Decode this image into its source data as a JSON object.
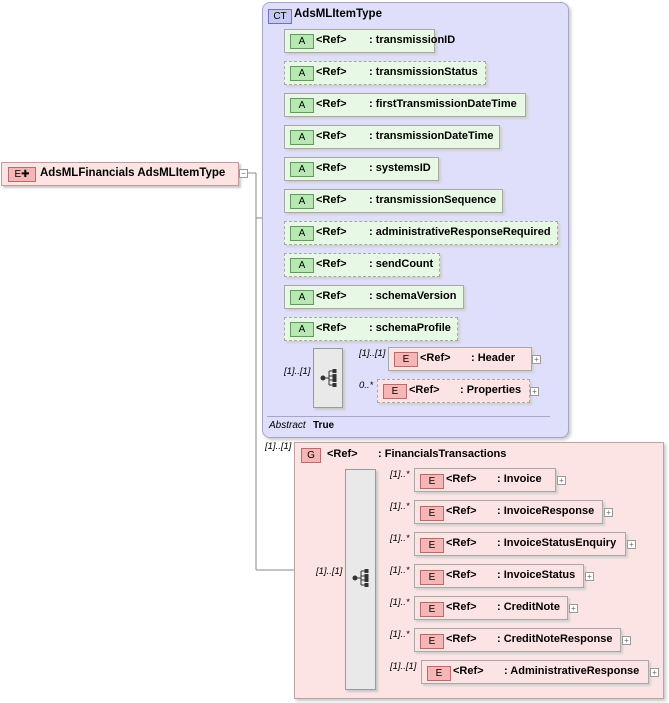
{
  "root": {
    "name": "AdsMLFinancials",
    "type": "AdsMLItemType",
    "badge": "E"
  },
  "complex_type": {
    "badge": "CT",
    "name": "AdsMLItemType",
    "attributes": [
      {
        "badge": "A",
        "ref": "<Ref>",
        "name": ": transmissionID",
        "optional": false
      },
      {
        "badge": "A",
        "ref": "<Ref>",
        "name": ": transmissionStatus",
        "optional": true
      },
      {
        "badge": "A",
        "ref": "<Ref>",
        "name": ": firstTransmissionDateTime",
        "optional": false
      },
      {
        "badge": "A",
        "ref": "<Ref>",
        "name": ": transmissionDateTime",
        "optional": false
      },
      {
        "badge": "A",
        "ref": "<Ref>",
        "name": ": systemsID",
        "optional": false
      },
      {
        "badge": "A",
        "ref": "<Ref>",
        "name": ": transmissionSequence",
        "optional": false
      },
      {
        "badge": "A",
        "ref": "<Ref>",
        "name": ": administrativeResponseRequired",
        "optional": true
      },
      {
        "badge": "A",
        "ref": "<Ref>",
        "name": ": sendCount",
        "optional": true
      },
      {
        "badge": "A",
        "ref": "<Ref>",
        "name": ": schemaVersion",
        "optional": false
      },
      {
        "badge": "A",
        "ref": "<Ref>",
        "name": ": schemaProfile",
        "optional": true
      }
    ],
    "sequence_cardinality": "[1]..[1]",
    "elements": [
      {
        "badge": "E",
        "ref": "<Ref>",
        "name": ": Header",
        "cardinality": "[1]..[1]",
        "optional": false
      },
      {
        "badge": "E",
        "ref": "<Ref>",
        "name": ": Properties",
        "cardinality": "0..*",
        "optional": true
      }
    ],
    "abstract_label": "Abstract",
    "abstract_value": "True"
  },
  "group": {
    "cardinality": "[1]..[1]",
    "badge": "G",
    "ref": "<Ref>",
    "name": ": FinancialsTransactions",
    "sequence_cardinality": "[1]..[1]",
    "elements": [
      {
        "badge": "E",
        "ref": "<Ref>",
        "name": ": Invoice",
        "cardinality": "[1]..*"
      },
      {
        "badge": "E",
        "ref": "<Ref>",
        "name": ": InvoiceResponse",
        "cardinality": "[1]..*"
      },
      {
        "badge": "E",
        "ref": "<Ref>",
        "name": ": InvoiceStatusEnquiry",
        "cardinality": "[1]..*"
      },
      {
        "badge": "E",
        "ref": "<Ref>",
        "name": ": InvoiceStatus",
        "cardinality": "[1]..*"
      },
      {
        "badge": "E",
        "ref": "<Ref>",
        "name": ": CreditNote",
        "cardinality": "[1]..*"
      },
      {
        "badge": "E",
        "ref": "<Ref>",
        "name": ": CreditNoteResponse",
        "cardinality": "[1]..*"
      },
      {
        "badge": "E",
        "ref": "<Ref>",
        "name": ": AdministrativeResponse",
        "cardinality": "[1]..[1]"
      }
    ]
  },
  "icons": {
    "expand": "plus-icon",
    "collapse": "minus-icon",
    "sequence": "sequence-icon"
  }
}
